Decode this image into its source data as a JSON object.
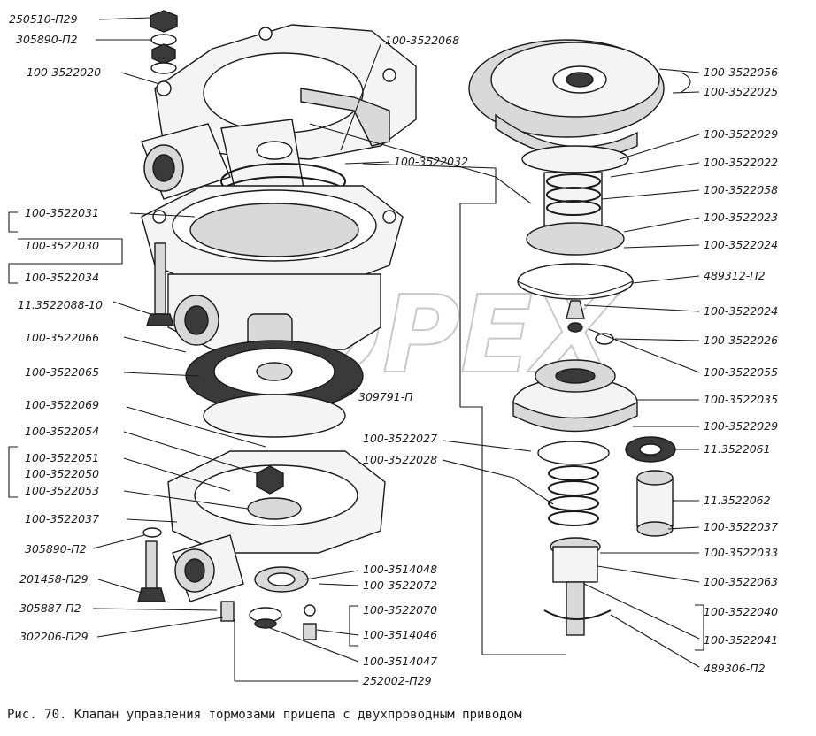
{
  "watermark": "OPEX",
  "caption": "Рис. 70. Клапан управления тормозами прицепа с двухпроводным приводом",
  "labels": {
    "l_250510": "250510-П29",
    "l_305890_top": "305890-П2",
    "l_3522020": "100-3522020",
    "l_3522068": "100-3522068",
    "l_3522032": "100-3522032",
    "l_3522031": "100-3522031",
    "l_3522030": "100-3522030",
    "l_3522034": "100-3522034",
    "l_3522088": "11.3522088-10",
    "l_3522066": "100-3522066",
    "l_3522065": "100-3522065",
    "l_309791": "309791-П",
    "l_3522069": "100-3522069",
    "l_3522054": "100-3522054",
    "l_3522051": "100-3522051",
    "l_3522050": "100-3522050",
    "l_3522053": "100-3522053",
    "l_3522037_left": "100-3522037",
    "l_305890_mid": "305890-П2",
    "l_201458": "201458-П29",
    "l_305887": "305887-П2",
    "l_302206": "302206-П29",
    "l_3522027": "100-3522027",
    "l_3522028": "100-3522028",
    "l_3514048": "100-3514048",
    "l_3522072": "100-3522072",
    "l_3522070": "100-3522070",
    "l_3514046": "100-3514046",
    "l_3514047": "100-3514047",
    "l_252002": "252002-П29",
    "l_3522056": "100-3522056",
    "l_3522025": "100-3522025",
    "l_3522029_top": "100-3522029",
    "l_3522022": "100-3522022",
    "l_3522058": "100-3522058",
    "l_3522023": "100-3522023",
    "l_3522024_a": "100-3522024",
    "l_489312": "489312-П2",
    "l_3522024_b": "100-3522024",
    "l_3522026": "100-3522026",
    "l_3522055": "100-3522055",
    "l_3522035": "100-3522035",
    "l_3522029_bot": "100-3522029",
    "l_3522061": "11.3522061",
    "l_3522062": "11.3522062",
    "l_3522037_right": "100-3522037",
    "l_3522033": "100-3522033",
    "l_3522063": "100-3522063",
    "l_3522040": "100-3522040",
    "l_3522041": "100-3522041",
    "l_489306": "489306-П2"
  }
}
